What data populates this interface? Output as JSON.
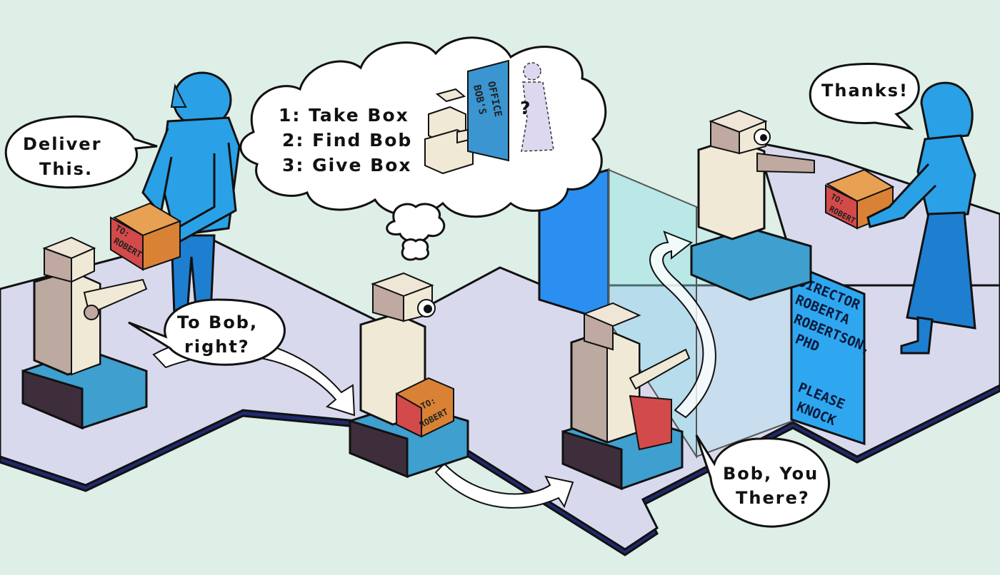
{
  "bubbles": {
    "deliver_line1": "Deliver",
    "deliver_line2": "This.",
    "to_bob_line1": "To Bob,",
    "to_bob_line2": "right?",
    "bob_you_line1": "Bob, You",
    "bob_you_line2": "There?",
    "thanks": "Thanks!"
  },
  "thought": {
    "step1": "1: Take Box",
    "step2": "2: Find Bob",
    "step3": "3: Give Box",
    "door_line1": "BOB'S",
    "door_line2": "OFFICE",
    "question": "?"
  },
  "box_labels": {
    "line1": "TO:",
    "line2": "ROBERT"
  },
  "sign": {
    "lines": [
      "DIRECTOR",
      "ROBERTA",
      "ROBERTSON,",
      "PHD",
      "",
      "PLEASE",
      "KNOCK"
    ]
  },
  "colors": {
    "background": "#ddefe6",
    "floor": "#d9d9ee",
    "person": "#2aa0e6",
    "box": "#d98235",
    "box_label": "#d34a4a",
    "robot_base": "#3f9fcf"
  }
}
